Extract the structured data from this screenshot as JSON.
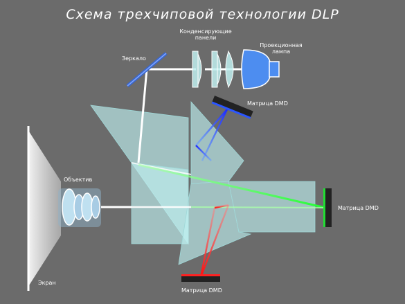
{
  "title": "Схема трехчиповой технологии DLP",
  "labels": {
    "condenser": [
      "Конденсирующие",
      "панели"
    ],
    "lamp": [
      "Проекционная",
      "лампа"
    ],
    "mirror": "Зеркало",
    "dmd_top": "Матрица DMD",
    "dmd_right": "Матрица DMD",
    "dmd_bottom": "Матрица DMD",
    "lens": "Объектив",
    "screen": "Экран"
  },
  "colors": {
    "background": "#6b6b6b",
    "prism": "#bfefef",
    "lens_blue": "#b8d8ee",
    "beam_white": "#ffffff",
    "beam_blue": "#1e2cff",
    "beam_green": "#33ff44",
    "beam_red": "#ff2020",
    "lamp": "#4d8df0"
  }
}
